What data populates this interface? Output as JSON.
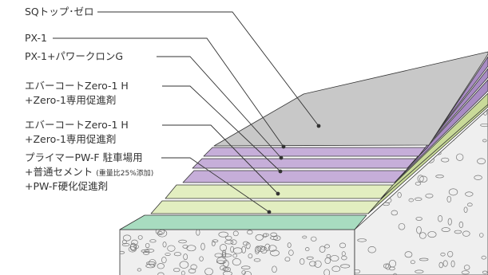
{
  "labels": [
    {
      "id": "sq-top-zero",
      "lines": [
        "SQトップ･ゼロ"
      ]
    },
    {
      "id": "px1",
      "lines": [
        "PX-1"
      ]
    },
    {
      "id": "px1-power-clone-g",
      "lines": [
        "PX-1+パワークロンG"
      ]
    },
    {
      "id": "everco-zero1h-upper",
      "lines": [
        "エバーコートZero-1 H",
        "+Zero-1専用促進剤"
      ]
    },
    {
      "id": "everco-zero1h-lower",
      "lines": [
        "エバーコートZero-1 H",
        "+Zero-1専用促進剤"
      ]
    },
    {
      "id": "primer-pwf",
      "lines": [
        "プライマーPW-F 駐車場用",
        "+普通セメント",
        "+PW-F硬化促進剤"
      ],
      "note": "(重量比25%添加)"
    }
  ],
  "colors": {
    "text": "#333333",
    "leader": "#333333",
    "outline": "#333333",
    "top_coat": "#c8c8c8",
    "purple_layer": "#c6aed9",
    "purple_layer_edge": "#a98cc4",
    "green_layer": "#e2eec0",
    "green_layer_edge": "#c9da99",
    "primer_layer": "#a8dcc0",
    "concrete": "#efefef",
    "aggregate": "#777777"
  }
}
